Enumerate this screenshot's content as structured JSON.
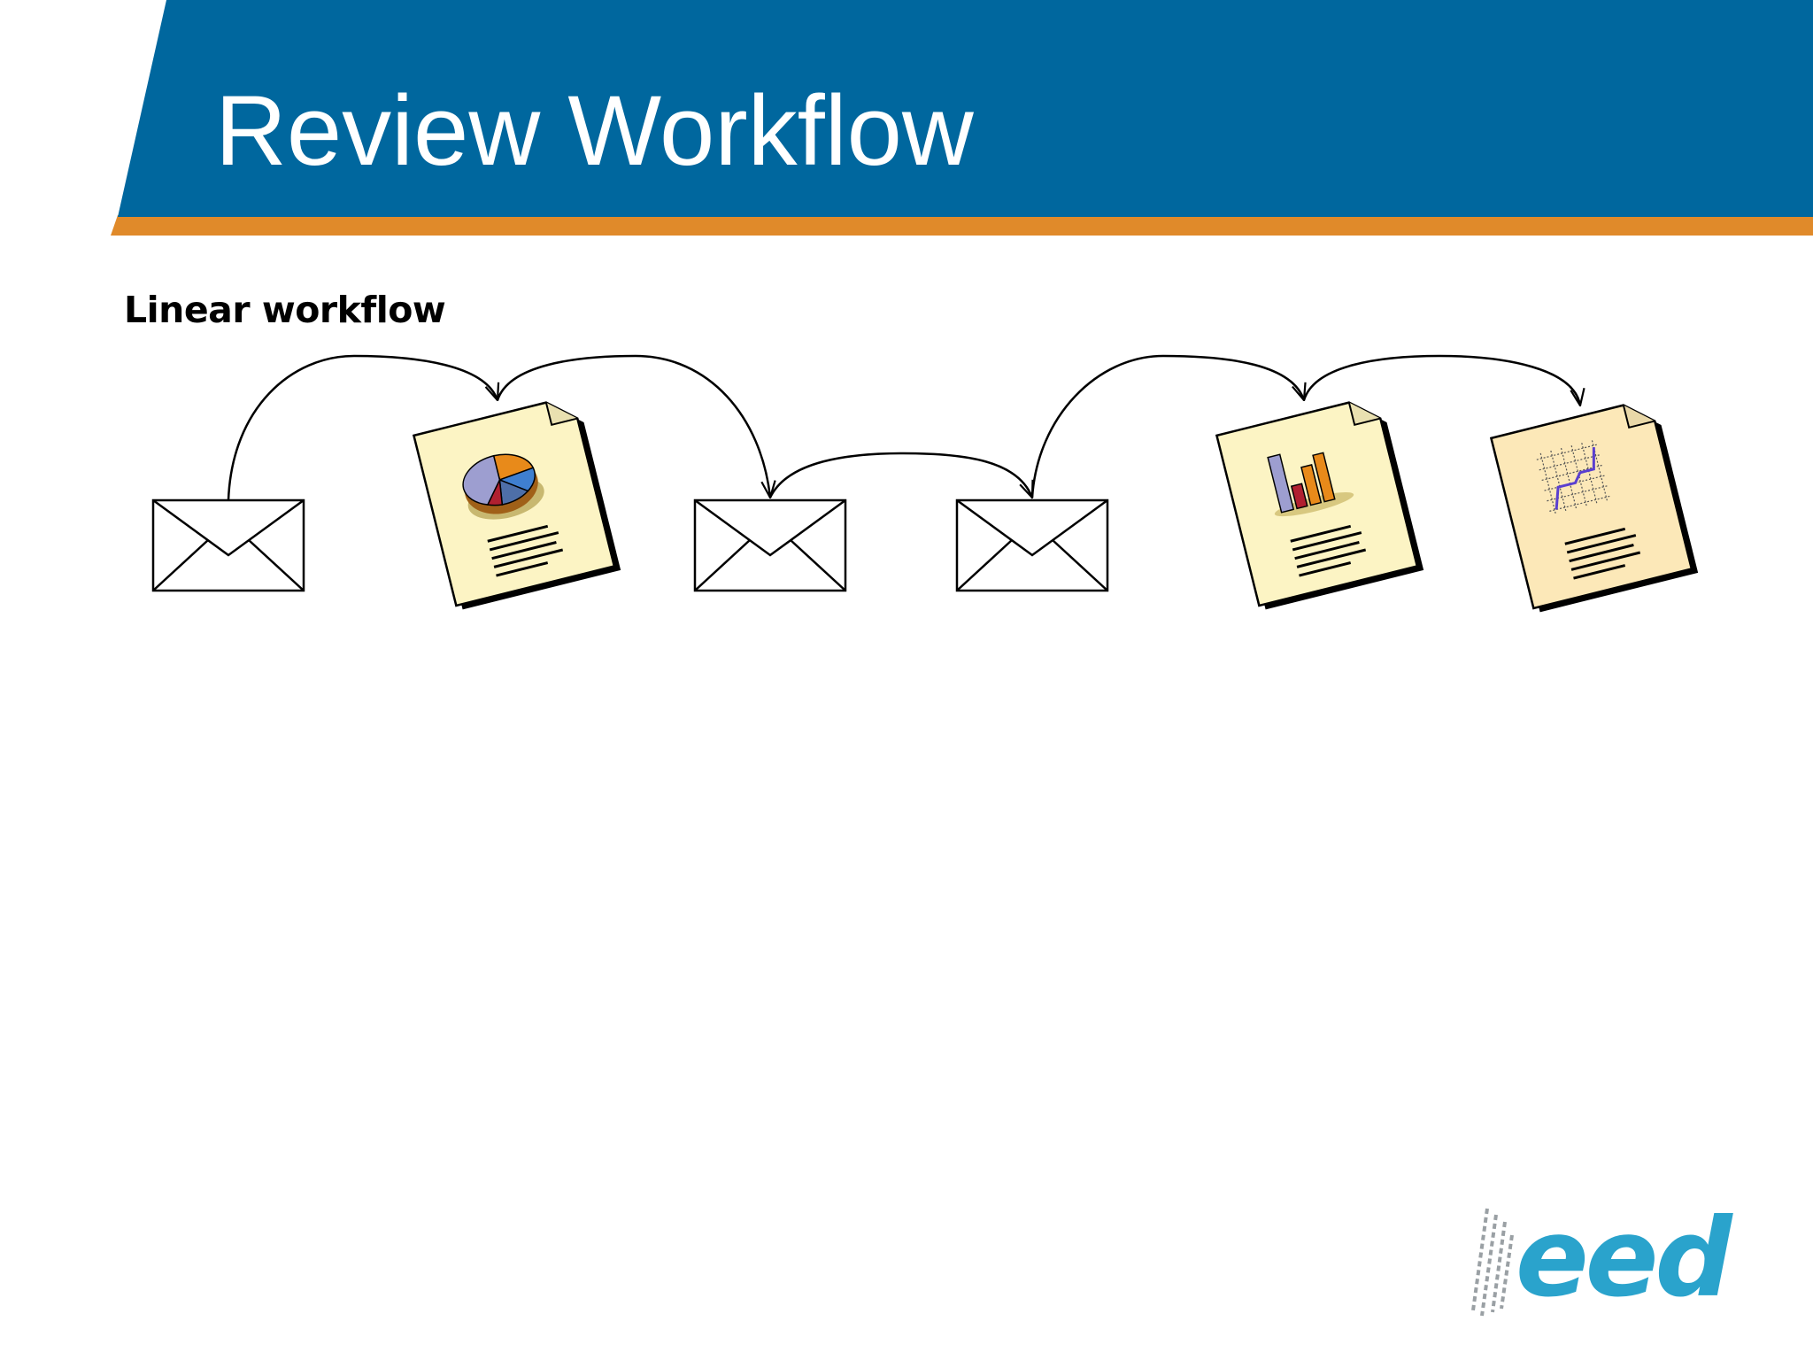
{
  "slide": {
    "title": "Review Workflow",
    "heading": "Linear workflow"
  },
  "colors": {
    "header_blue": "#00679e",
    "header_stripe": "#e08a2a",
    "document_fill": "#fcf4c4",
    "logo_blue": "#2aa3cc"
  },
  "workflow": {
    "steps": [
      {
        "type": "envelope",
        "icon": "envelope-icon"
      },
      {
        "type": "document",
        "icon": "pie-chart-document-icon"
      },
      {
        "type": "envelope",
        "icon": "envelope-icon"
      },
      {
        "type": "envelope",
        "icon": "envelope-icon"
      },
      {
        "type": "document",
        "icon": "bar-chart-document-icon"
      },
      {
        "type": "document",
        "icon": "line-chart-document-icon"
      }
    ],
    "connections": [
      {
        "from": 0,
        "to": 1
      },
      {
        "from": 1,
        "to": 2
      },
      {
        "from": 2,
        "to": 3
      },
      {
        "from": 3,
        "to": 4
      },
      {
        "from": 4,
        "to": 5
      }
    ]
  },
  "logo": {
    "text": "eed",
    "icon": "eed-logo-icon"
  }
}
